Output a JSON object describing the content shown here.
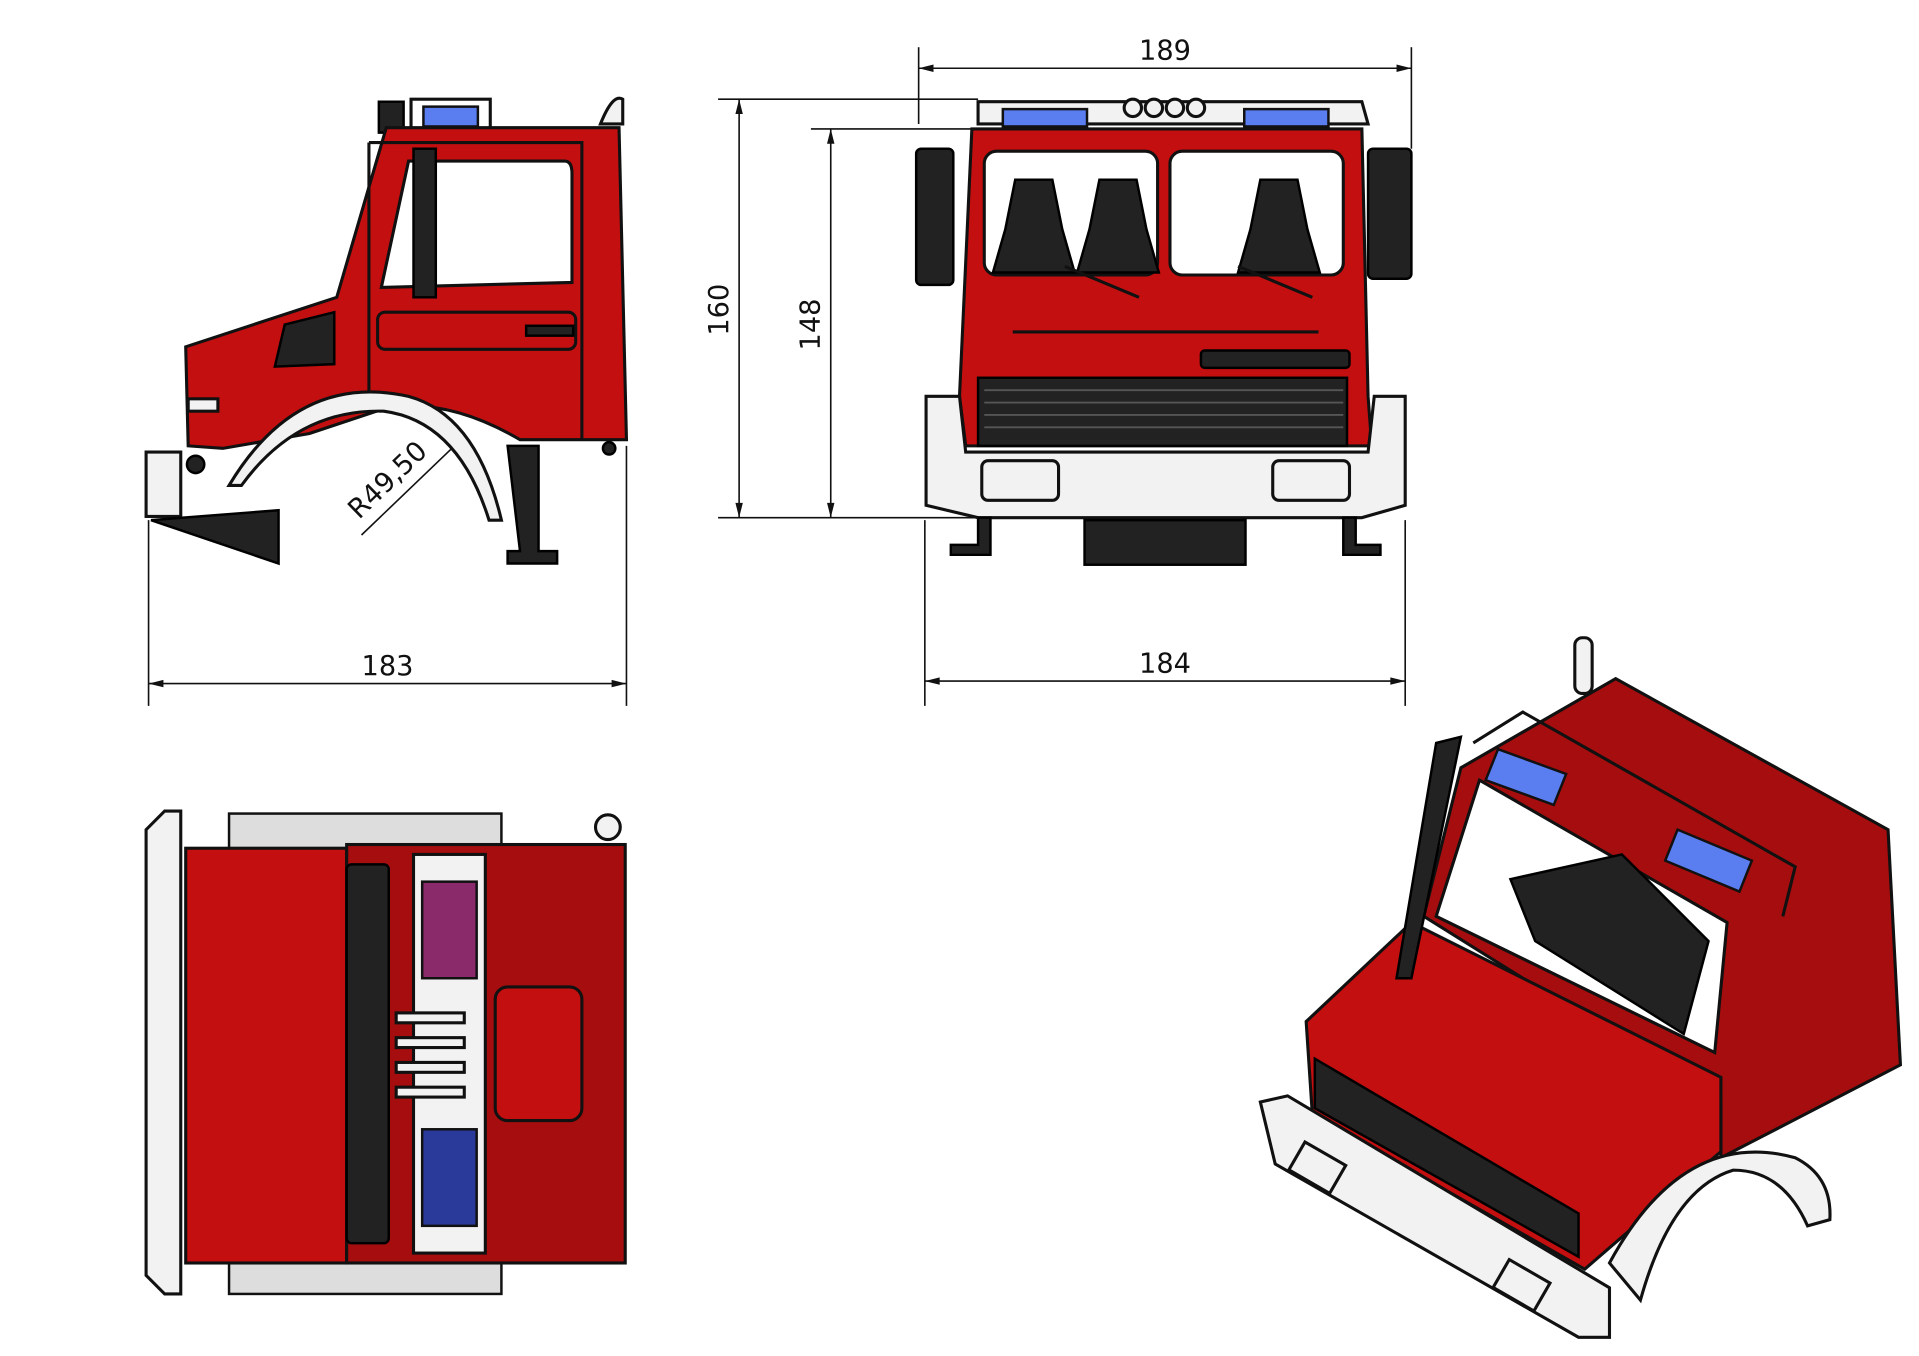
{
  "drawing": {
    "dimensions": {
      "side_length": "183",
      "front_top_width": "189",
      "front_bottom_width": "184",
      "height_overall": "160",
      "height_roof": "148",
      "wheel_arch_radius": "R49,50"
    },
    "colors": {
      "body": "#c40f10",
      "body_dark": "#a50d0e",
      "beacon": "#5a7df0",
      "bumper": "#f2f2f2"
    }
  }
}
